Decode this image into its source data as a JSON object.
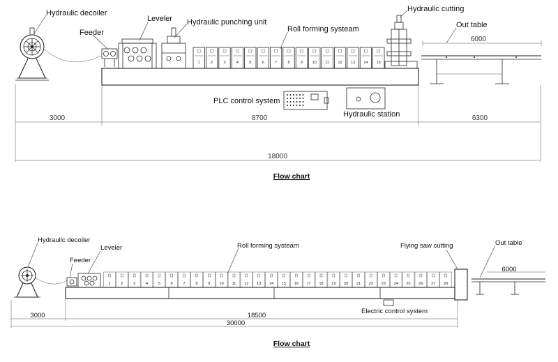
{
  "diagram1": {
    "labels": {
      "decoiler": "Hydraulic decoiler",
      "feeder": "Feeder",
      "leveler": "Leveler",
      "punching": "Hydraulic punching unit",
      "roll_forming": "Roll forming systeam",
      "cutting": "Hydraulic cutting",
      "out_table": "Out table",
      "plc": "PLC control system",
      "hydraulic_station": "Hydraulic station"
    },
    "out_table_length": "6000",
    "dimensions": [
      "3000",
      "8700",
      "6300"
    ],
    "total": "18000",
    "station_numbers": [
      "1",
      "2",
      "3",
      "4",
      "5",
      "6",
      "7",
      "8",
      "9",
      "10",
      "11",
      "12",
      "13",
      "14",
      "15"
    ],
    "caption": "Flow chart"
  },
  "diagram2": {
    "labels": {
      "decoiler": "Hydraulic decoiler",
      "feeder": "Feeder",
      "leveler": "Leveler",
      "roll_forming": "Roll forming systeam",
      "cutting": "Flying saw cutting",
      "out_table": "Out table",
      "electric": "Electric control system"
    },
    "out_table_length": "6000",
    "dimensions": [
      "3000",
      "18500"
    ],
    "total": "30000",
    "station_numbers": [
      "1",
      "2",
      "3",
      "4",
      "5",
      "6",
      "7",
      "8",
      "9",
      "10",
      "11",
      "12",
      "13",
      "14",
      "15",
      "16",
      "17",
      "18",
      "19",
      "20",
      "21",
      "22",
      "23",
      "24",
      "25",
      "26",
      "27",
      "28"
    ],
    "caption": "Flow chart"
  }
}
